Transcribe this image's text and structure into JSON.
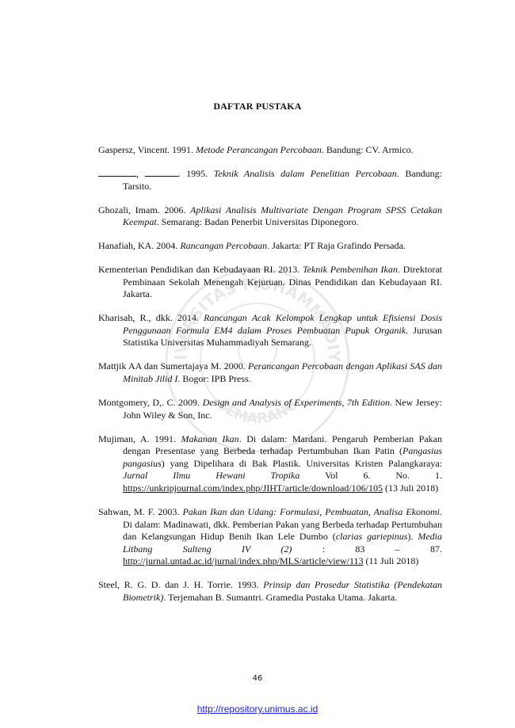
{
  "title": "DAFTAR PUSTAKA",
  "watermark_text": [
    "UNIVERSITAS MUHAMMADIYAH",
    "SEMARANG"
  ],
  "references": [
    {
      "pre": "Gaspersz, Vincent. 1991. ",
      "italic": "Metode Perancangan Percobaan",
      "post": ". Bandung: CV. Armico."
    },
    {
      "pre": ". 1995. ",
      "italic": "Teknik Analisis dalam Penelitian Percobaan",
      "post": ". Bandung: Tarsito."
    },
    {
      "pre": "Ghozali, Imam. 2006. ",
      "italic": "Aplikasi Analisis Multivariate Dengan Program SPSS Cetakan Keempat",
      "post": ". Semarang: Badan Penerbit Universitas Diponegoro."
    },
    {
      "pre": "Hanafiah, KA. 2004. ",
      "italic": "Rancangan Percobaan",
      "post": ". Jakarta: PT Raja Grafindo Persada."
    },
    {
      "pre": "Kementerian Pendidikan dan Kebudayaan RI. 2013. ",
      "italic": "Teknik Pembenihan Ikan",
      "post": ". Direktorat Pembinaan Sekolah Menengah Kejuruan. Dinas Pendidikan dan Kebudayaan RI. Jakarta."
    },
    {
      "pre": "Kharisah, R., dkk. 2014. ",
      "italic": "Rancangan Acak Kelompok Lengkap untuk Efisiensi Dosis Penggunaan Formula EM4 dalam Proses Pembuatan Pupuk Organik",
      "post": ". Jurusan Statistika Universitas Muhammadiyah Semarang."
    },
    {
      "pre": "Mattjik AA dan Sumertajaya M. 2000. ",
      "italic": "Perancangan Percobaan dengan Aplikasi SAS dan Minitab Jilid I",
      "post": ". Bogor: IPB Press."
    },
    {
      "pre": "Montgomery, D,. C. 2009. ",
      "italic": "Design and Analysis of Experiments, 7th Edition",
      "post": ". New Jersey: John Wiley & Son, Inc."
    },
    {
      "pre": "Mujiman, A. 1991. ",
      "italic": "Makanan Ikan",
      "mid1": ". Di dalam: Mardani. Pengaruh Pemberian Pakan dengan Presentase yang Berbeda terhadap Pertumbuhan Ikan Patin (",
      "italic2": "Pangasius pangasius",
      "mid2": ") yang Dipelihara di Bak Plastik. Universitas Kristen Palangkaraya: ",
      "italic3": "Jurnal Ilmu Hewani Tropika",
      "mid3": " Vol 6. No. 1. ",
      "link": "https://unkripjournal.com/index.php/JIHT/article/download/106/105",
      "post": " (13 Juli 2018)"
    },
    {
      "pre": "Sahwan, M. F. 2003. ",
      "italic": "Pakan Ikan dan Udang: Formulasi, Pembuatan, Analisa Ekonomi.",
      "mid1": " Di dalam: Madinawati, dkk. Pemberian Pakan yang Berbeda terhadap Pertumbuhan dan Kelangsungan Hidup Benih Ikan Lele Dumbo (",
      "italic2": "clarias gariepinus",
      "mid2": "). ",
      "italic3": "Media Litbang Sulteng IV (2)",
      "mid3": " : 83 – 87. ",
      "link": "http://jurnal.untad.ac.id/jurnal/index.php/MLS/article/view/113",
      "post": " (11 Juli 2018)"
    },
    {
      "pre": "Steel, R. G. D. dan J. H. Torrie. 1993. ",
      "italic": "Prinsip dan Prosedur Statistika (Pendekatan Biometrik)",
      "post": ". Terjemahan B. Sumantri. Gramedia Pustaka Utama. Jakarta."
    }
  ],
  "page_number": "46",
  "footer_link": "http://repository.unimus.ac.id"
}
